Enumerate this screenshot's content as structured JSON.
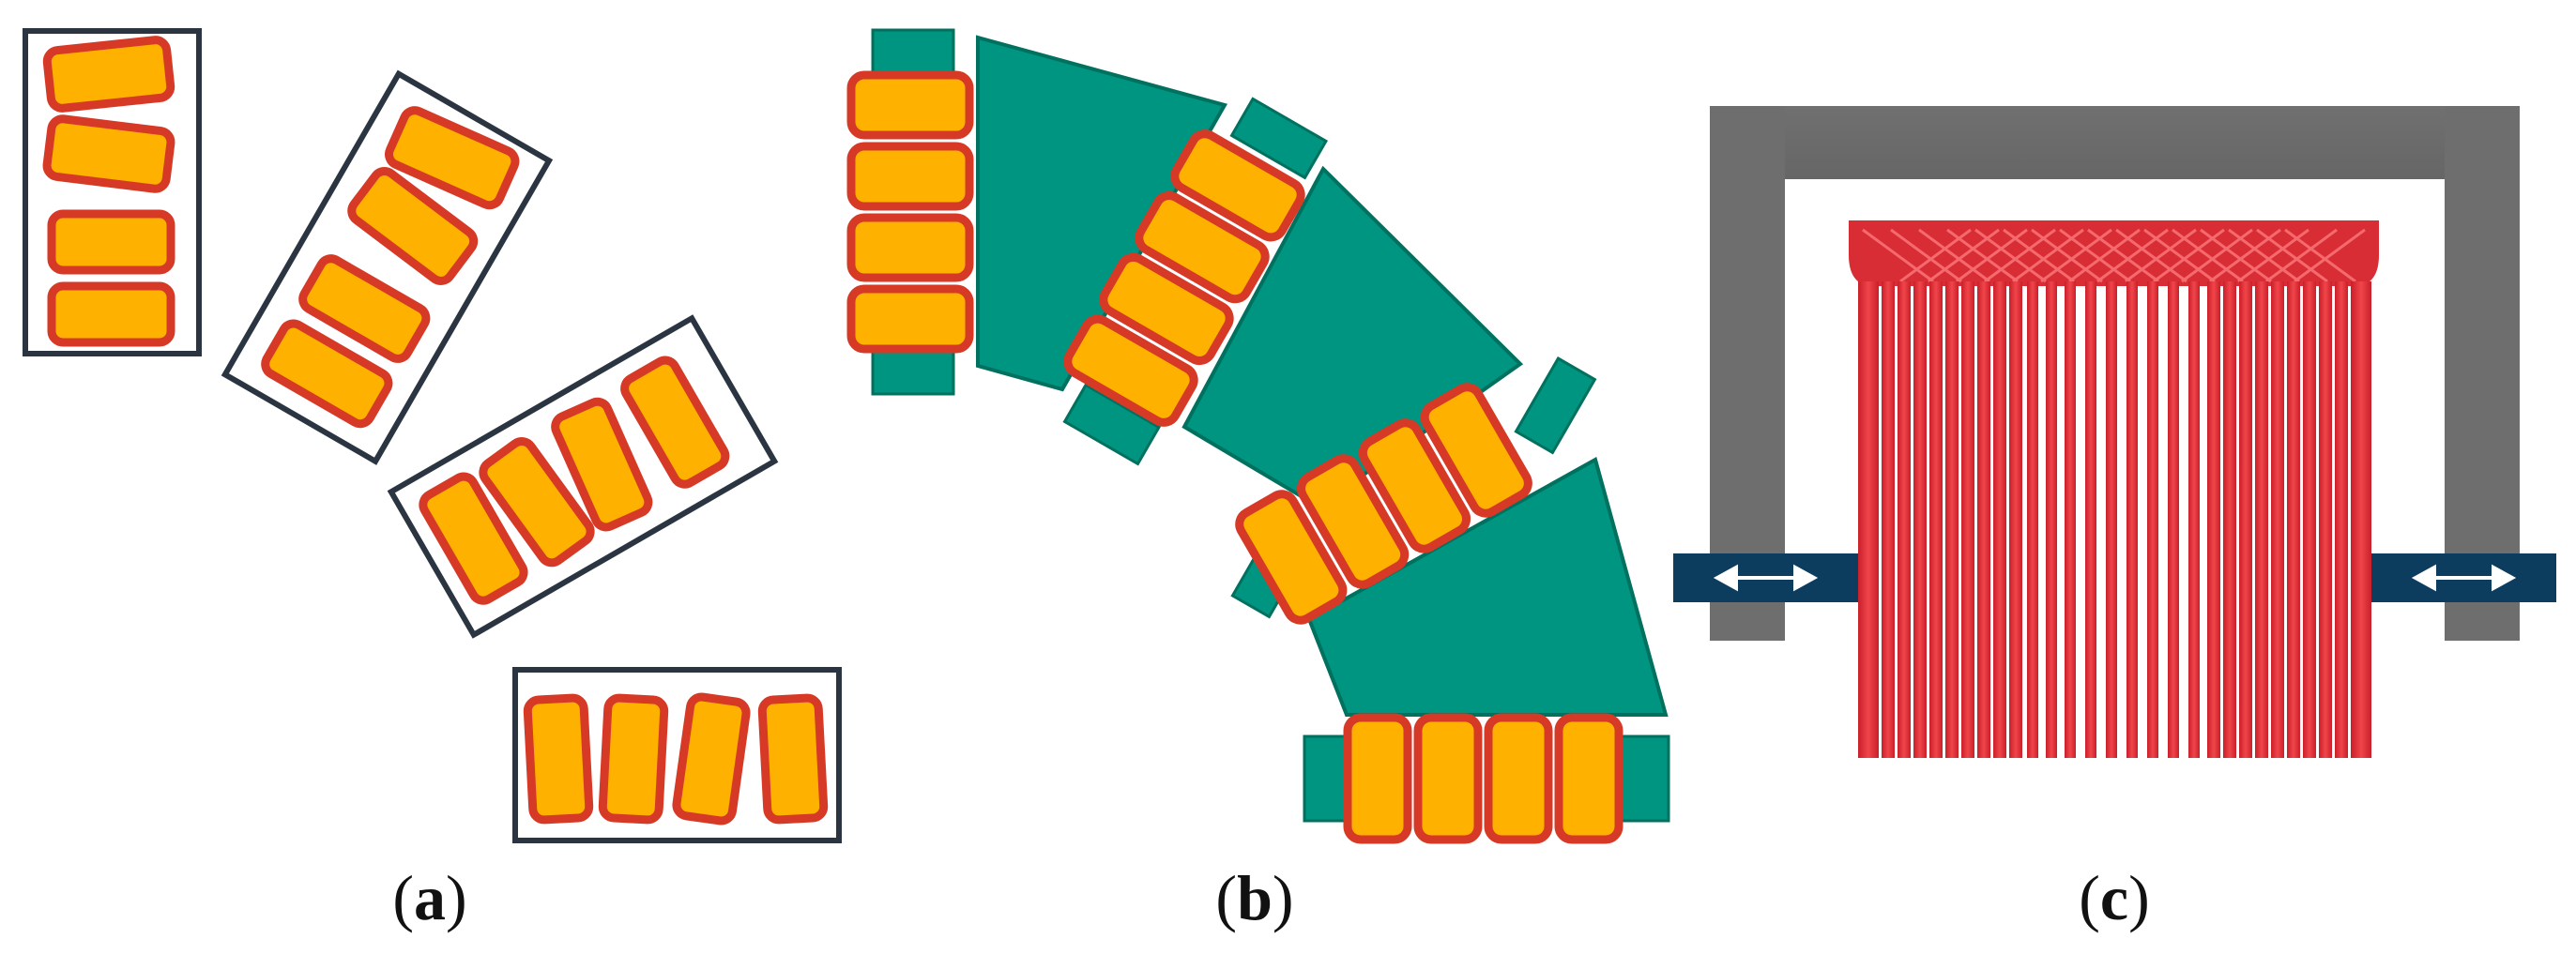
{
  "figure": {
    "panels": [
      {
        "id": "a",
        "label_open": "(",
        "label_letter": "a",
        "label_close": ")"
      },
      {
        "id": "b",
        "label_open": "(",
        "label_letter": "b",
        "label_close": ")"
      },
      {
        "id": "c",
        "label_open": "(",
        "label_letter": "c",
        "label_close": ")"
      }
    ]
  },
  "colors": {
    "conductor_fill": "#FFB100",
    "conductor_outline": "#D63A27",
    "box_outline": "#2B3542",
    "core_teal": "#009580",
    "core_teal_dark": "#00705F",
    "frame_gray": "#6E6E6E",
    "rail_navy": "#0C3C5E",
    "coil_red": "#E8333A"
  },
  "icons": {
    "arrow": "double-headed-arrow-icon"
  }
}
